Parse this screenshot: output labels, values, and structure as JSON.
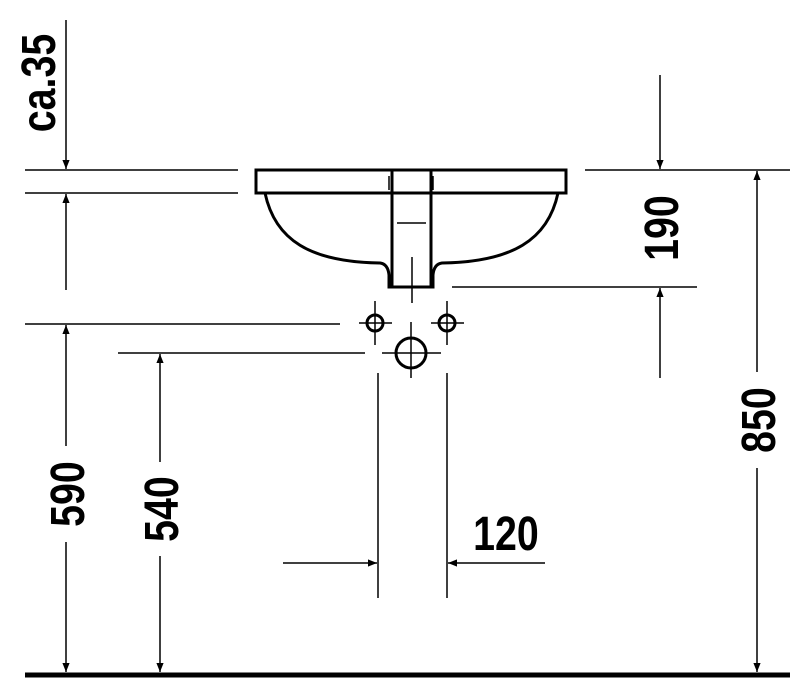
{
  "drawing": {
    "title": "Washbasin installation dimensions",
    "dimensions": {
      "rim_depth": "ca.35",
      "basin_height": "190",
      "drain_height": "590",
      "waste_height": "540",
      "rim_height": "850",
      "tap_spacing": "120"
    },
    "colors": {
      "line": "#000000",
      "background": "#ffffff"
    }
  }
}
